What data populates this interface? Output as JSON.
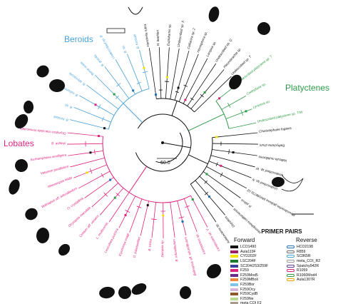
{
  "clades": {
    "beroids": "Beroids",
    "platyctenes": "Platyctenes",
    "lobates": "Lobates"
  },
  "scale_bar": "60.0",
  "legend": {
    "title": "PRIMER PAIRS",
    "forward_header": "Forward",
    "reverse_header": "Reverse",
    "forward": [
      {
        "label": "LCO1490",
        "color": "#111111"
      },
      {
        "label": "Aula119F",
        "color": "#9e1f63"
      },
      {
        "label": "CYD202F",
        "color": "#f2e400"
      },
      {
        "label": "LSC204F",
        "color": "#1a7a2e"
      },
      {
        "label": "SC204/253/259F",
        "color": "#3a3fa0"
      },
      {
        "label": "F259",
        "color": "#e0237e"
      },
      {
        "label": "F259Mod5",
        "color": "#6b2d8c"
      },
      {
        "label": "F259MBoli",
        "color": "#f08a3c"
      },
      {
        "label": "F259Bor",
        "color": "#7fc3ea"
      },
      {
        "label": "F259Ocy",
        "color": "#d7b5d6"
      },
      {
        "label": "F259CydB",
        "color": "#8b5a2b"
      },
      {
        "label": "F259Ne",
        "color": "#b7d98f"
      },
      {
        "label": "meta COI F2",
        "color": "#a89a8c"
      }
    ],
    "reverse": [
      {
        "label": "HCO2198",
        "color": "#1f6fb5"
      },
      {
        "label": "R859",
        "color": "#6b6b6b"
      },
      {
        "label": "SC865R",
        "color": "#4aa3d8"
      },
      {
        "label": "meta_COI_R2",
        "color": "#999999"
      },
      {
        "label": "Spatchy942R",
        "color": "#5b3a8f"
      },
      {
        "label": "R1059",
        "color": "#e0237e"
      },
      {
        "label": "R1060Mod4",
        "color": "#2e9b48"
      },
      {
        "label": "Aula1307R",
        "color": "#e8a200"
      }
    ]
  },
  "tips": {
    "beroids": [
      "B. forskalii",
      "B. sp.",
      "B. cucumis",
      "B. abyssicola",
      "Beroe ovata",
      "B. gracilis",
      "Undescribed sp. B",
      "B. sp.",
      "B. forskalii"
    ],
    "cydippids": [
      "Haeckelia rubra",
      "H. beehleri",
      "Euplokamis sp.",
      "Undescribed sp. X",
      "Callianira sp. 2",
      "Hormiphora sp.",
      "Lampea sp.",
      "Undescribed sp. Q",
      "Pleurobrachia sp.",
      "Undescribed sp. T",
      "Charistephane fugiens",
      "Bathyctena chuni",
      "Vallicula multiformis",
      "Undescribed sp. W",
      "Undescribed sp. N",
      "Pleurobrachia globosa MN098731.02",
      "P. pileus",
      "Hormiphora californensis",
      "Dryodora",
      "Aulacoctena sp."
    ],
    "platyctenes": [
      "Undescribed platyctene sp. T",
      "Coeloplana sp.",
      "Lyrocteis sp.",
      "Undescribed platyctene sp. T/W"
    ],
    "lobates": [
      "Lampocteis sp. V",
      "Lampocteis sp.",
      "Bolinopsis aff. infundibulum",
      "B. infundibulum",
      "Deiopea sp.",
      "B. vitrea",
      "O. kiikelandiae",
      "Kiyohimea usagi",
      "Leucothea pulchra",
      "L. multicornis",
      "Cestum aff. veneris",
      "Ocyropsis maculata",
      "O. crystallina",
      "Bolinopsis aff. infundibulum",
      "Mnemiopsis leidyi",
      "Velamen parallelum",
      "Eurhamphaea vexilligera",
      "B. ashleyi",
      "Ocyropsis maculata immaculata"
    ]
  },
  "colors": {
    "beroids": "#4aa3d8",
    "platyctenes": "#2e9b48",
    "lobates": "#e0237e",
    "branch": "#111111"
  }
}
